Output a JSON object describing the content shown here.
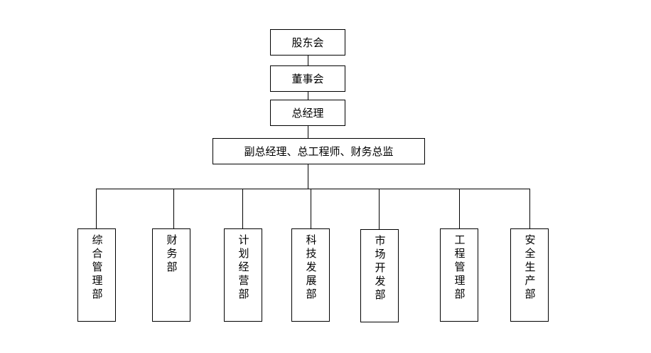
{
  "org_chart": {
    "shareholders_meeting": "股东会",
    "board_of_directors": "董事会",
    "general_manager": "总经理",
    "deputies": "副总经理、总工程师、财务总监",
    "departments": [
      "综合管理部",
      "财务部",
      "计划经营部",
      "科技发展部",
      "市场开发部",
      "工程管理部",
      "安全生产部"
    ]
  }
}
